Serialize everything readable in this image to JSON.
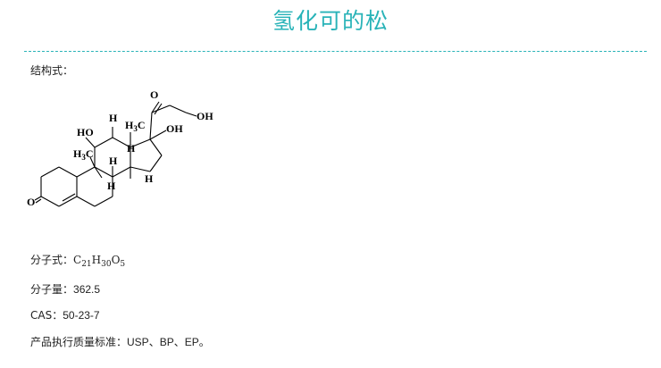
{
  "page": {
    "title": "氢化可的松"
  },
  "structure": {
    "label": "结构式：",
    "atoms": {
      "ho11": "HO",
      "h11": "H",
      "ch3_18_c": "H",
      "ch3_18_sub": "3",
      "ch3_18_tail": "C",
      "ch3_19_c": "H",
      "ch3_19_sub": "3",
      "ch3_19_tail": "C",
      "h14": "H",
      "h8": "H",
      "h9": "H",
      "h14b": "H",
      "oh17": "OH",
      "o20": "O",
      "oh21": "OH",
      "o3": "O"
    }
  },
  "formula": {
    "label": "分子式：",
    "parts": [
      "C",
      "21",
      "H",
      "30",
      "O",
      "5"
    ]
  },
  "molecular_weight": {
    "label": "分子量：",
    "value": "362.5"
  },
  "cas": {
    "label": "CAS：",
    "value": "50-23-7"
  },
  "standard": {
    "label": "产品执行质量标准：",
    "value": "USP、BP、EP。"
  },
  "colors": {
    "accent": "#29b3b8",
    "text": "#222222"
  }
}
